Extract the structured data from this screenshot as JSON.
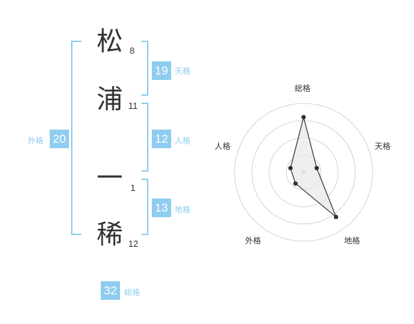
{
  "name_chars": [
    {
      "char": "松",
      "strokes": "8"
    },
    {
      "char": "浦",
      "strokes": "11"
    },
    {
      "char": "一",
      "strokes": "1"
    },
    {
      "char": "稀",
      "strokes": "12"
    }
  ],
  "kakusu": {
    "tenkaku": {
      "label": "天格",
      "value": "19"
    },
    "jinkaku": {
      "label": "人格",
      "value": "12"
    },
    "chikaku": {
      "label": "地格",
      "value": "13"
    },
    "gaikaku": {
      "label": "外格",
      "value": "20"
    },
    "soukaku": {
      "label": "総格",
      "value": "32"
    }
  },
  "colors": {
    "accent": "#8fcdf0",
    "text": "#333333",
    "grid": "#c8c8c8",
    "fill": "#e8e8e8"
  },
  "chart_data": {
    "type": "radar",
    "axes": [
      "総格",
      "天格",
      "地格",
      "外格",
      "人格"
    ],
    "values": [
      4,
      1,
      4,
      1,
      1
    ],
    "max": 5,
    "rings": 4
  }
}
